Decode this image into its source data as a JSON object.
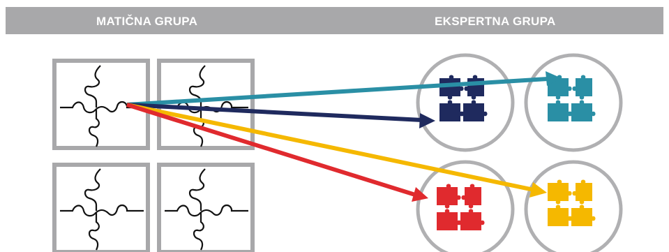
{
  "header": {
    "left_title": "MATIČNA GRUPA",
    "right_title": "EKSPERTNA GRUPA"
  },
  "colors": {
    "header_bg": "#a8a8aa",
    "frame": "#a8a8aa",
    "puzzle_line": "#111111",
    "navy": "#1f2a5e",
    "teal": "#2a8fa5",
    "red": "#e02a2e",
    "yellow": "#f5b800",
    "circle_ring": "#b0b0b2"
  },
  "home_group": {
    "tiles": [
      "home-tile-1",
      "home-tile-2",
      "home-tile-3",
      "home-tile-4"
    ]
  },
  "expert_groups": [
    {
      "name": "navy-group",
      "color": "navy"
    },
    {
      "name": "teal-group",
      "color": "teal"
    },
    {
      "name": "red-group",
      "color": "red"
    },
    {
      "name": "yellow-group",
      "color": "yellow"
    }
  ],
  "arrows": [
    "teal",
    "navy",
    "yellow",
    "red"
  ]
}
